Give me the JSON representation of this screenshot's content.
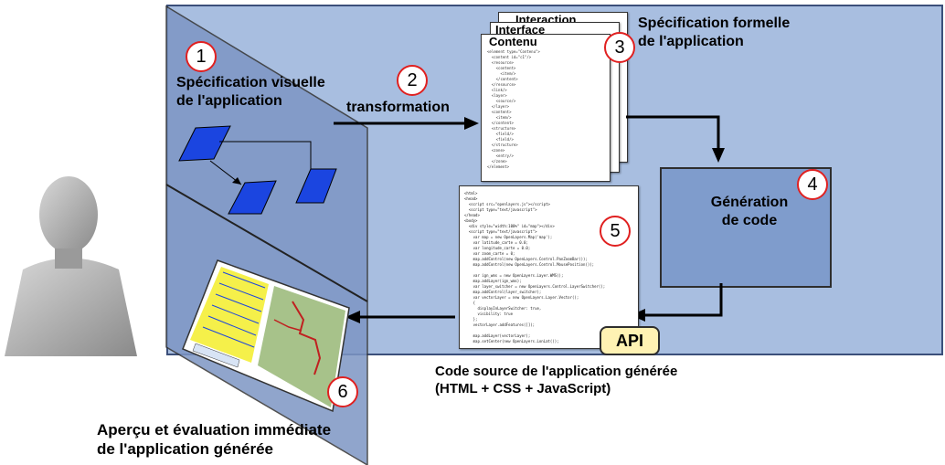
{
  "steps": {
    "step1": {
      "number": "1",
      "text": "Spécification visuelle\nde l'application"
    },
    "step2": {
      "number": "2",
      "text": "transformation"
    },
    "step3": {
      "number": "3",
      "text": "Spécification formelle\nde l'application"
    },
    "step4": {
      "number": "4",
      "text": "Génération\nde code"
    },
    "step5": {
      "number": "5"
    },
    "step6": {
      "number": "6",
      "text": "Aperçu et évaluation immédiate\nde l'application générée"
    }
  },
  "documents": {
    "interaction": "Interaction",
    "interface": "Interface",
    "contenu": "Contenu"
  },
  "api_label": "API",
  "source_caption": "Code source de l'application générée\n(HTML + CSS + JavaScript)",
  "colors": {
    "panel": "#a8bee0",
    "panel_border": "#3b4f7a",
    "screen": "#7d96c4",
    "codegen_box": "#7f9ccc",
    "shape_blue": "#1b45e0",
    "circle_red": "#e02020",
    "api_badge": "#fff2b3"
  }
}
